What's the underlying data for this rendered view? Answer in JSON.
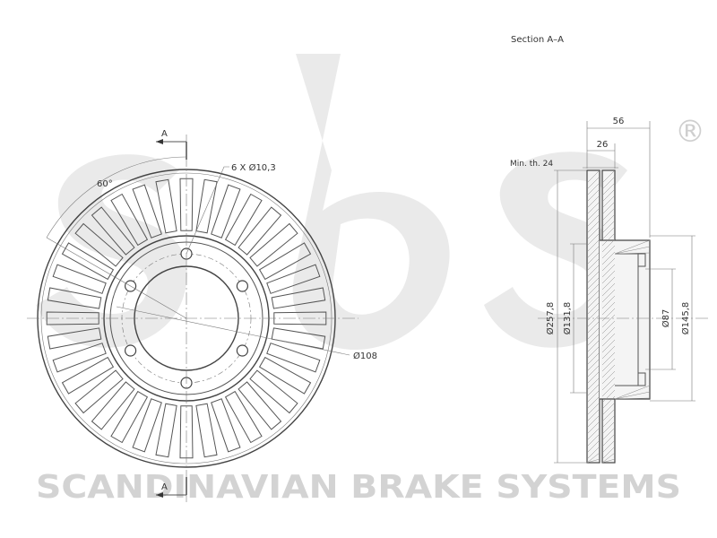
{
  "section_title": "Section A–A",
  "front_view": {
    "section_marker_top": "A",
    "section_marker_bottom": "A",
    "angle_label": "60°",
    "holes_label": "6 X Ø10,3",
    "pcd_label": "Ø108",
    "vane_count": 36,
    "bolt_hole_count": 6
  },
  "side_view": {
    "width_total": "56",
    "width_inner": "26",
    "min_thickness": "Min. th. 24",
    "dia_outer": "Ø257,8",
    "dia_inner": "Ø131,8",
    "dia_bore": "Ø87",
    "dia_hat": "Ø145,8"
  },
  "watermark": {
    "logo": "sbs",
    "registered": "®",
    "brand_line": "SCANDINAVIAN BRAKE SYSTEMS"
  }
}
